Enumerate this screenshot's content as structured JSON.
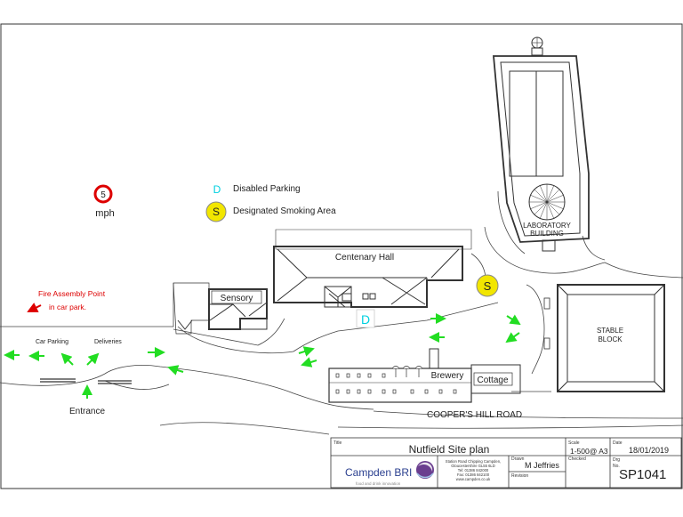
{
  "legend": {
    "speed_limit_value": "5",
    "speed_limit_unit": "mph",
    "disabled_symbol": "D",
    "disabled_label": "Disabled Parking",
    "smoking_symbol": "S",
    "smoking_label": "Designated Smoking Area"
  },
  "fire_assembly": {
    "line1": "Fire Assembly Point",
    "line2": "in car park."
  },
  "buildings": {
    "laboratory_line1": "LABORATORY",
    "laboratory_line2": "BUILDING",
    "centenary_hall": "Centenary Hall",
    "sensory": "Sensory",
    "stable_line1": "STABLE",
    "stable_line2": "BLOCK",
    "brewery": "Brewery",
    "cottage": "Cottage"
  },
  "map_labels": {
    "car_parking": "Car Parking",
    "deliveries": "Deliveries",
    "entrance": "Entrance",
    "road": "COOPER'S HILL ROAD",
    "disabled_marker": "D",
    "smoking_marker": "S"
  },
  "title_block": {
    "title_label": "Title",
    "title": "Nutfield Site plan",
    "scale_label": "Scale",
    "scale_value": "1-500@ A3",
    "date_label": "Date",
    "date_value": "18/01/2019",
    "drawn_label": "Drawn",
    "drawn_value": "M Jeffries",
    "checked_label": "Checked",
    "revision_label": "Revision",
    "dwg_label_1": "Drg",
    "dwg_label_2": "No.",
    "dwg_value": "SP1041",
    "company_name": "Campden BRI",
    "company_tagline": "food and drink innovation",
    "address_lines": [
      "Station Road Chipping Campden,",
      "Gloucestershire GL55 6LD",
      "Tel: 01386 842000",
      "Fax: 01386 842100",
      "www.campden.co.uk"
    ]
  },
  "colors": {
    "arrow_green": "#22dd22",
    "fire_red": "#dd0000",
    "disabled_cyan": "#00d0e0",
    "smoking_yellow": "#f2e600",
    "line": "#333333",
    "brand_blue": "#2a3f8f",
    "brand_purple": "#6a3e8f"
  }
}
